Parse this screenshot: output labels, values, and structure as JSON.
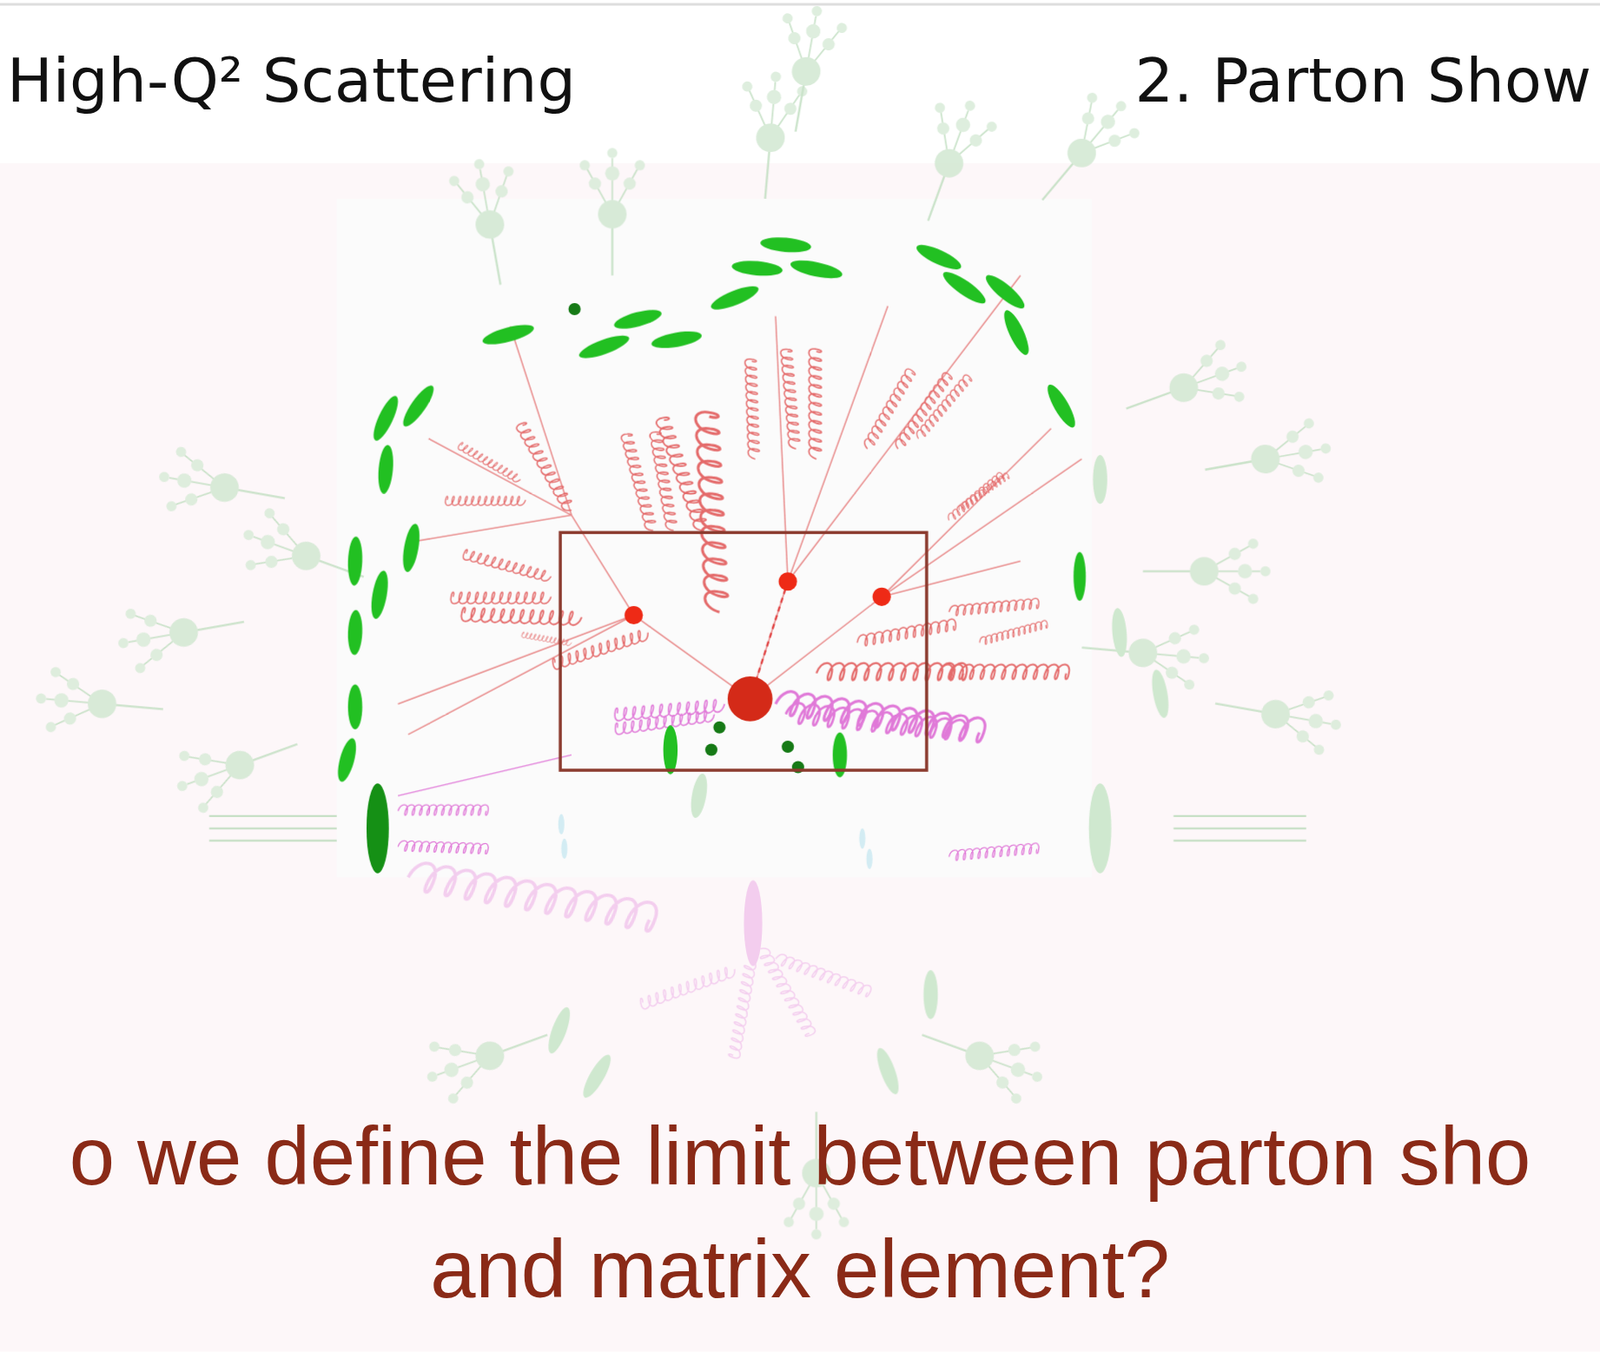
{
  "diagram": {
    "labels": [
      "High-Q² Scattering",
      "2. Parton Show",
      "o we define the limit between parton sho",
      "and matrix element?"
    ]
  }
}
